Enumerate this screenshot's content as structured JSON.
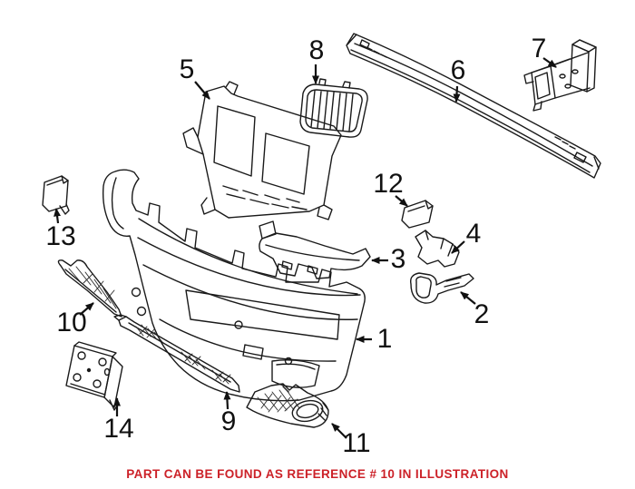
{
  "illustration": {
    "background_color": "#ffffff",
    "line_color": "#1a1a1a",
    "callouts": [
      {
        "number": "1"
      },
      {
        "number": "2"
      },
      {
        "number": "3"
      },
      {
        "number": "4"
      },
      {
        "number": "5"
      },
      {
        "number": "6"
      },
      {
        "number": "7"
      },
      {
        "number": "8"
      },
      {
        "number": "9"
      },
      {
        "number": "10"
      },
      {
        "number": "11"
      },
      {
        "number": "12"
      },
      {
        "number": "13"
      },
      {
        "number": "14"
      }
    ],
    "caption": {
      "text": "PART CAN BE FOUND AS REFERENCE # 10 IN ILLUSTRATION",
      "color": "#cc2128"
    }
  }
}
